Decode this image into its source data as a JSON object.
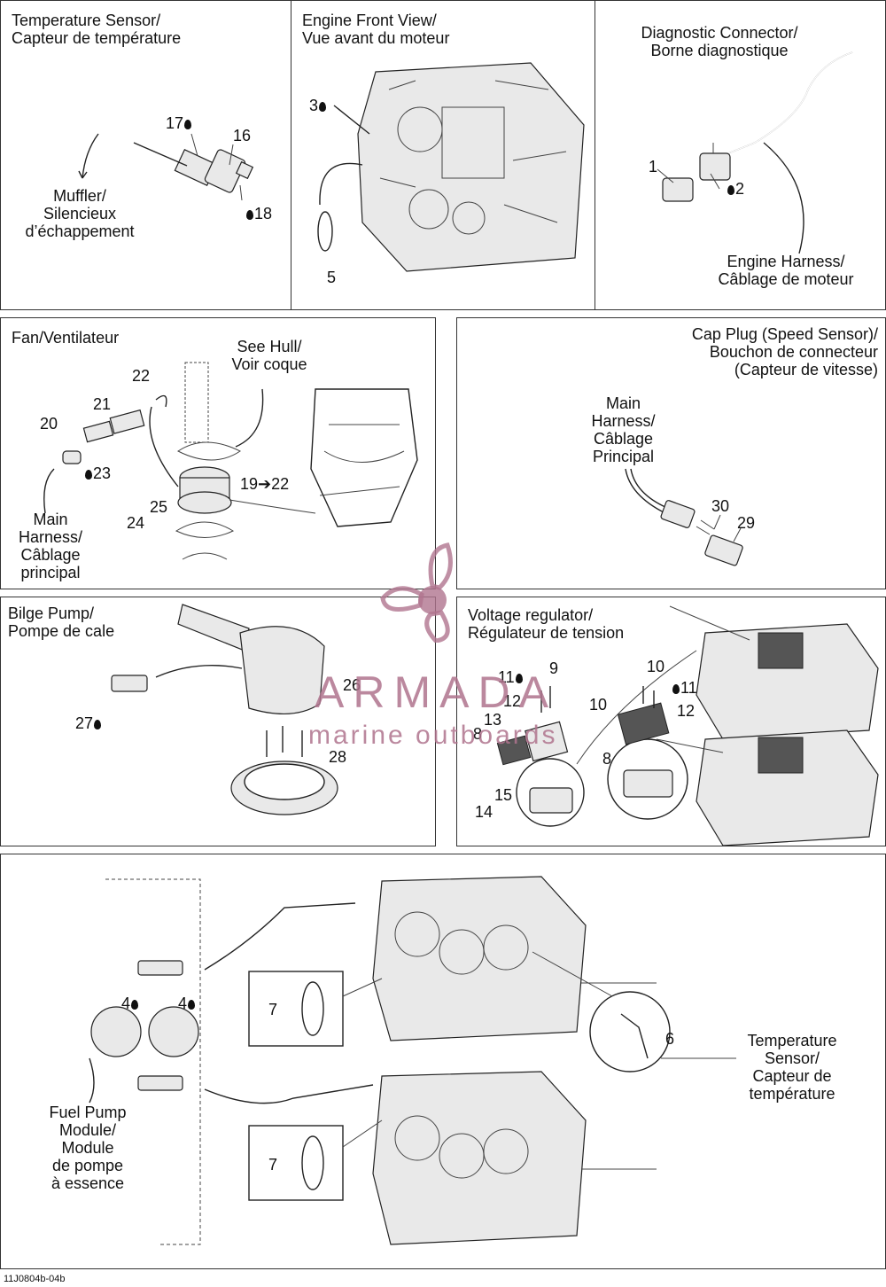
{
  "panels": {
    "temp_sensor": {
      "title": "Temperature Sensor/\nCapteur de température",
      "muffler": "Muffler/\nSilencieux\nd’échappement",
      "n17": "17",
      "n16": "16",
      "n18": "18"
    },
    "engine_front": {
      "title": "Engine Front View/\nVue avant du moteur",
      "n3": "3",
      "n5": "5"
    },
    "diag": {
      "title": "Diagnostic Connector/\nBorne diagnostique",
      "n1": "1",
      "n2": "2",
      "harness": "Engine Harness/\nCâblage de moteur"
    },
    "fan": {
      "title": "Fan/Ventilateur",
      "see_hull": "See Hull/\nVoir coque",
      "n22": "22",
      "n21": "21",
      "n20": "20",
      "n23": "23",
      "n19": "19➔22",
      "n25": "25",
      "n24": "24",
      "main_harness": "Main\nHarness/\nCâblage\nprincipal"
    },
    "cap_plug": {
      "title": "Cap Plug (Speed Sensor)/\nBouchon de  connecteur\n(Capteur de vitesse)",
      "main_harness": "Main\nHarness/\nCâblage\nPrincipal",
      "n30": "30",
      "n29": "29"
    },
    "bilge": {
      "title": "Bilge Pump/\nPompe de cale",
      "n26": "26",
      "n27": "27",
      "n28": "28"
    },
    "voltage": {
      "title": "Voltage regulator/\nRégulateur de tension",
      "n11a": "11",
      "n9": "9",
      "n12a": "12",
      "n10a": "10",
      "n13": "13",
      "n8a": "8",
      "n15": "15",
      "n14": "14",
      "n10b": "10",
      "n11b": "11",
      "n12b": "12",
      "n8b": "8"
    },
    "fuel": {
      "n4a": "4",
      "n4b": "4",
      "n7a": "7",
      "n7b": "7",
      "n6": "6",
      "temp_sensor": "Temperature\nSensor/\nCapteur de\ntempérature",
      "fuel_pump": "Fuel Pump\nModule/\nModule\nde pompe\nà essence"
    }
  },
  "watermark": {
    "brand": "ARMADA",
    "tagline": "marine outboards",
    "color": "#b0748e"
  },
  "drawing_code": "11J0804b-04b"
}
